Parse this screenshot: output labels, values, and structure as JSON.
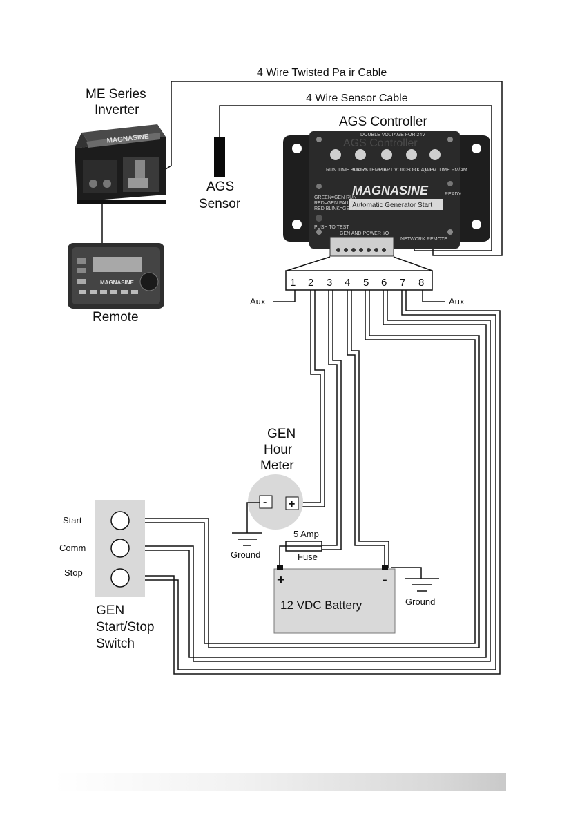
{
  "cables": {
    "twisted_pair": "4 Wire Twisted Pa ir  Cable",
    "sensor_cable": "4 Wire Sensor Cable"
  },
  "inverter": {
    "title_line1": "ME Series",
    "title_line2": "Inverter",
    "brand": "MAGNASINE"
  },
  "remote": {
    "title": "Remote",
    "brand": "MAGNASINE"
  },
  "sensor": {
    "line1": "AGS",
    "line2": "Sensor"
  },
  "controller": {
    "title": "AGS Controller",
    "ghost_title": "AGS Controller",
    "brand": "MAGNASINE",
    "subtitle": "Automatic Generator Start",
    "top_note": "DOUBLE VOLTAGE FOR 24V",
    "knobs": [
      "RUN TIME HOURS",
      "START TEMP F",
      "START VOLTS DC",
      "CLOCK AM/PM",
      "QUIET TIME PM/AM"
    ],
    "ready": "READY",
    "led_legend": [
      "GREEN=GEN RUN",
      "RED=GEN FAULT",
      "RED BLINK=GEN START"
    ],
    "push_to_test": "PUSH TO TEST",
    "port_label": "GEN AND POWER I/O",
    "network": "NETWORK",
    "remote_port": "REMOTE"
  },
  "terminals": {
    "numbers": [
      "1",
      "2",
      "3",
      "4",
      "5",
      "6",
      "7",
      "8"
    ],
    "aux_left": "Aux",
    "aux_right": "Aux"
  },
  "hour_meter": {
    "line1": "GEN",
    "line2": "Hour",
    "line3": "Meter",
    "minus": "-",
    "plus": "+"
  },
  "ground_left": "Ground",
  "fuse": {
    "rating": "5 Amp",
    "name": "Fuse"
  },
  "battery": {
    "label": "12 VDC Battery",
    "plus": "+",
    "minus": "-"
  },
  "ground_right": "Ground",
  "switch": {
    "positions": [
      "Start",
      "Comm",
      "Stop"
    ],
    "title_line1": "GEN",
    "title_line2": "Start/Stop",
    "title_line3": "Switch"
  }
}
